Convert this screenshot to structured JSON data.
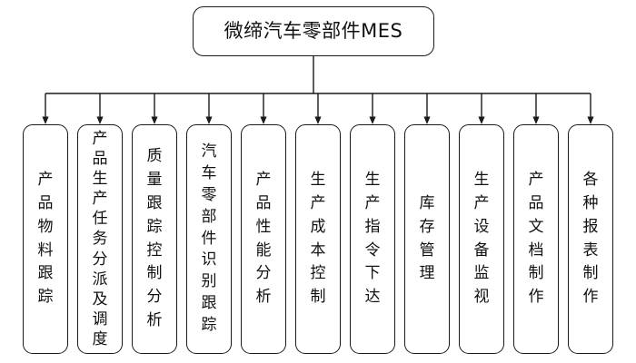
{
  "diagram": {
    "type": "organizational-tree",
    "orientation": "top-down",
    "background_color": "#ffffff",
    "border_color": "#1a1a1a",
    "text_color": "#111111",
    "root": {
      "label": "微缔汽车零部件MES"
    },
    "children": [
      {
        "id": "material-tracking",
        "label": "产品物料跟踪"
      },
      {
        "id": "production-task-dispatch",
        "label": "产品生产任务分派及调度"
      },
      {
        "id": "quality-tracking",
        "label": "质量跟踪控制分析"
      },
      {
        "id": "part-identification",
        "label": "汽车零部件识别跟踪"
      },
      {
        "id": "performance-analysis",
        "label": "产品性能分析"
      },
      {
        "id": "cost-control",
        "label": "生产成本控制"
      },
      {
        "id": "order-release",
        "label": "生产指令下达"
      },
      {
        "id": "inventory-management",
        "label": "库存管理"
      },
      {
        "id": "equipment-monitoring",
        "label": "生产设备监视"
      },
      {
        "id": "document-creation",
        "label": "产品文档制作"
      },
      {
        "id": "report-creation",
        "label": "各种报表制作"
      }
    ]
  }
}
